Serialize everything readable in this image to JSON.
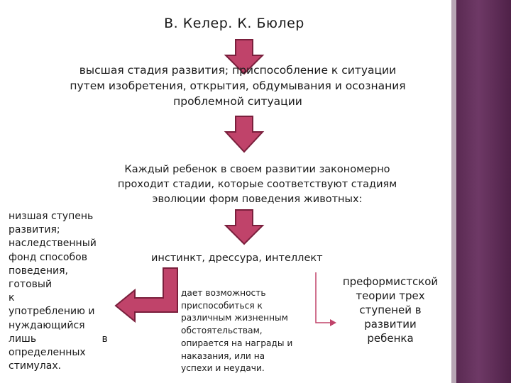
{
  "title": "В. Келер. К. Бюлер",
  "high_stage": [
    "высшая стадия развития; приспособление к ситуации",
    "путем изобретения, открытия, обдумывания и осознания",
    "проблемной ситуации"
  ],
  "each_child": [
    "Каждый ребенок в своем развитии закономерно",
    "проходит стадии, которые соответствуют стадиям",
    "эволюции форм поведения животных:"
  ],
  "low_stage": [
    "низшая ступень",
    "развития;",
    "наследственный",
    "фонд способов",
    "поведения,",
    "готовый к",
    "употреблению и",
    "нуждающийся",
    "лишь в",
    "определенных",
    "стимулах."
  ],
  "stages": "инстинкт, дрессура, интеллект",
  "enables": [
    "дает возможность",
    "приспособиться к",
    "различным жизненным",
    "обстоятельствам,",
    "опирается на награды и",
    "наказания, или на",
    "успехи и неудачи."
  ],
  "preformist": [
    "преформистской",
    "теории трех",
    "ступеней в",
    "развитии",
    "ребенка"
  ],
  "colors": {
    "arrow_fill": "#c0436a",
    "arrow_stroke": "#7a1f3c",
    "sidebar": "#5a2a52",
    "thin_arrow": "#c0436a"
  }
}
